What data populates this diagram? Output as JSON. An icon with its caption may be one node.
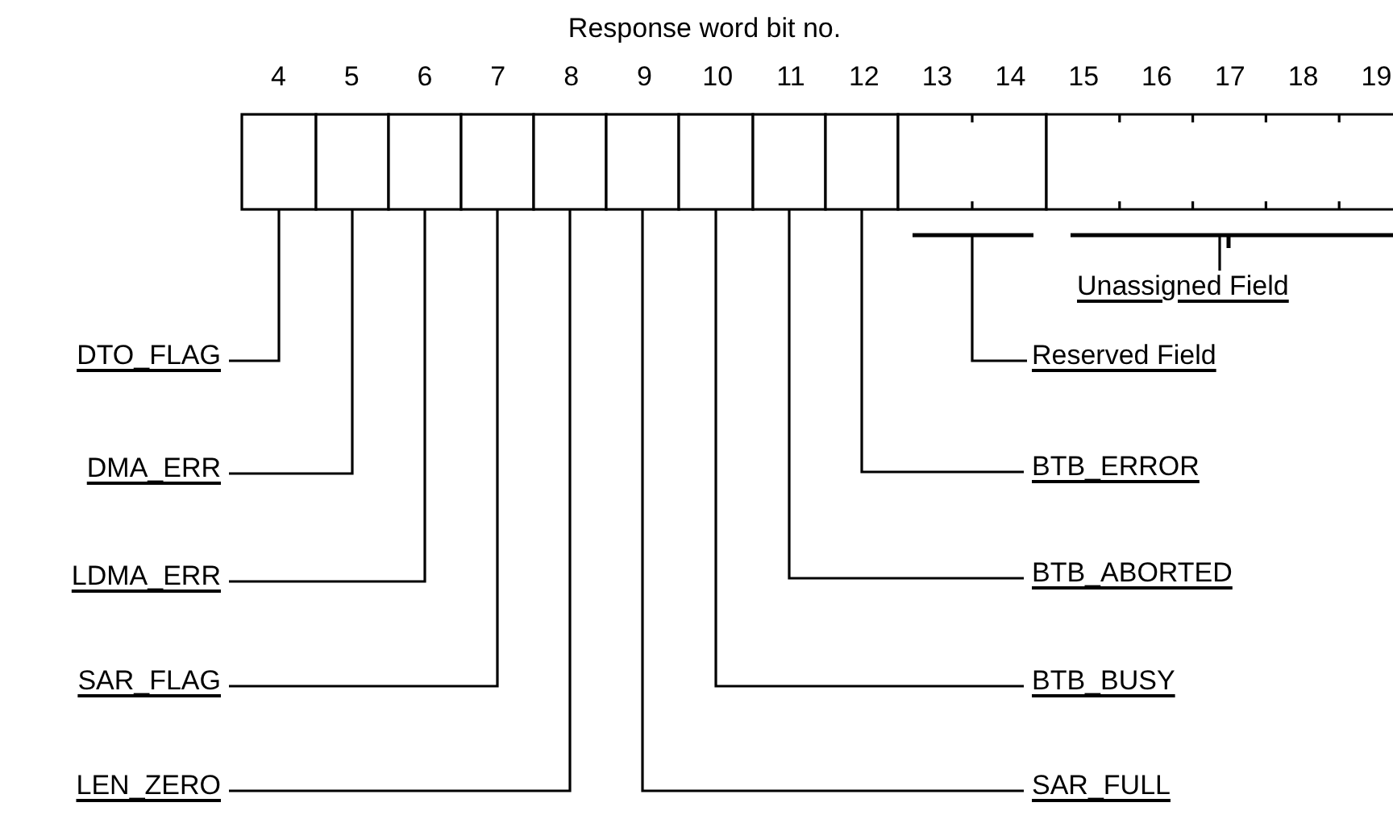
{
  "diagram": {
    "title": "Response word bit no.",
    "nodes": [
      {
        "text": [],
        "shape": "box"
      },
      {
        "text": [],
        "shape": "box"
      },
      {
        "text": [],
        "shape": "box"
      },
      {
        "text": [],
        "shape": "box"
      },
      {
        "text": [],
        "shape": "box"
      },
      {
        "text": [],
        "shape": "box"
      },
      {
        "text": [],
        "shape": "box"
      },
      {
        "text": [],
        "shape": "box"
      },
      {
        "text": [],
        "shape": "box"
      },
      {
        "text": [],
        "shape": "box"
      },
      {
        "text": [],
        "shape": "box"
      },
      {
        "text": [
          "Unassigned Field"
        ]
      },
      {
        "text": [
          "DTO_FLAG"
        ]
      },
      {
        "text": [
          "Reserved Field"
        ]
      },
      {
        "text": [
          "DMA_ERR"
        ]
      },
      {
        "text": [
          "BTB_ERROR"
        ]
      },
      {
        "text": [
          "LDMA_ERR"
        ]
      },
      {
        "text": [
          "BTB_ABORTED"
        ]
      },
      {
        "text": [
          "SAR_FLAG"
        ]
      },
      {
        "text": [
          "BTB_BUSY"
        ]
      },
      {
        "text": [
          "LEN_ZERO"
        ]
      },
      {
        "text": [
          "SAR_FULL"
        ]
      }
    ],
    "edges": [
      {
        "from": 12,
        "to": 0,
        "arrow": "none"
      },
      {
        "from": 14,
        "to": 1,
        "arrow": "none"
      },
      {
        "from": 16,
        "to": 2,
        "arrow": "none"
      },
      {
        "from": 18,
        "to": 3,
        "arrow": "none"
      },
      {
        "from": 20,
        "to": 4,
        "arrow": "none"
      },
      {
        "from": 21,
        "to": 5,
        "arrow": "none"
      },
      {
        "from": 19,
        "to": 6,
        "arrow": "none"
      },
      {
        "from": 17,
        "to": 7,
        "arrow": "none"
      },
      {
        "from": 15,
        "to": 8,
        "arrow": "none"
      },
      {
        "from": 13,
        "to": 9,
        "arrow": "none"
      },
      {
        "from": 11,
        "to": 10,
        "arrow": "none"
      }
    ],
    "labels": [
      "4",
      "5",
      "6",
      "7",
      "8",
      "9",
      "10",
      "11",
      "12",
      "13",
      "14",
      "15",
      "16",
      "17",
      "18",
      "19"
    ]
  }
}
